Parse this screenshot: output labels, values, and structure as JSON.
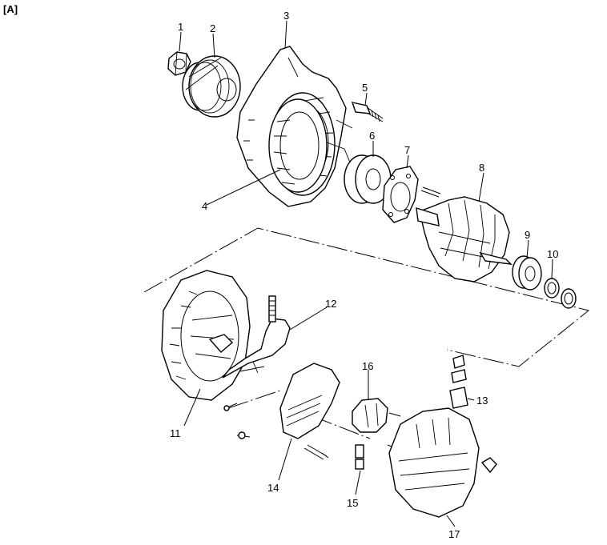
{
  "figure_tag": "[A]",
  "callouts": [
    {
      "id": "1",
      "label": "1"
    },
    {
      "id": "2",
      "label": "2"
    },
    {
      "id": "3",
      "label": "3"
    },
    {
      "id": "4",
      "label": "4"
    },
    {
      "id": "5",
      "label": "5"
    },
    {
      "id": "6",
      "label": "6"
    },
    {
      "id": "7",
      "label": "7"
    },
    {
      "id": "8",
      "label": "8"
    },
    {
      "id": "9",
      "label": "9"
    },
    {
      "id": "10",
      "label": "10"
    },
    {
      "id": "11",
      "label": "11"
    },
    {
      "id": "12",
      "label": "12"
    },
    {
      "id": "13",
      "label": "13"
    },
    {
      "id": "14",
      "label": "14"
    },
    {
      "id": "15",
      "label": "15"
    },
    {
      "id": "16",
      "label": "16"
    },
    {
      "id": "17",
      "label": "17"
    }
  ]
}
